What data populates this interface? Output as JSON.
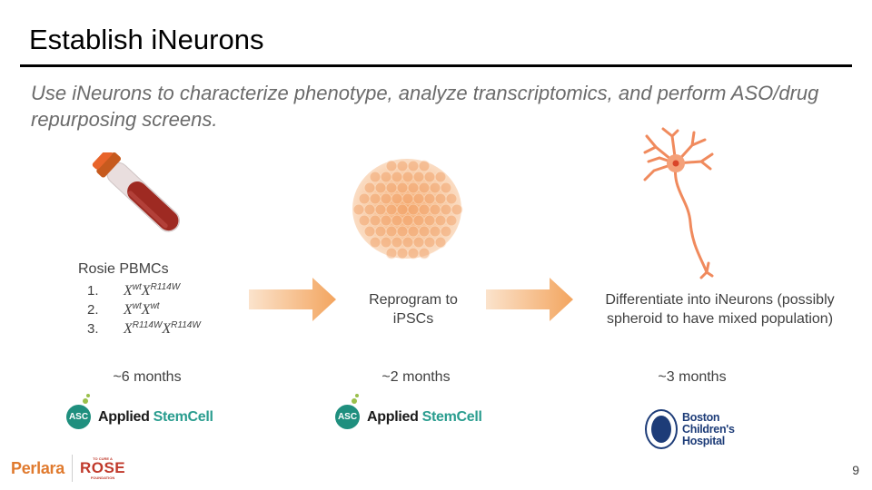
{
  "slide": {
    "title": "Establish iNeurons",
    "subtitle": "Use iNeurons to characterize phenotype, analyze transcriptomics, and perform ASO/drug repurposing screens.",
    "page_number": "9"
  },
  "steps": [
    {
      "title": "Rosie PBMCs",
      "genotypes": [
        {
          "num": "1.",
          "a": "X",
          "a_sup": "wt",
          "b": "X",
          "b_sup": "R114W"
        },
        {
          "num": "2.",
          "a": "X",
          "a_sup": "wt",
          "b": "X",
          "b_sup": "wt"
        },
        {
          "num": "3.",
          "a": "X",
          "a_sup": "R114W",
          "b": "X",
          "b_sup": "R114W"
        }
      ],
      "duration": "~6 months",
      "provider": {
        "name1": "Applied",
        "name2": "StemCell",
        "mark": "ASC"
      }
    },
    {
      "line1": "Reprogram to",
      "line2": "iPSCs",
      "duration": "~2 months",
      "provider": {
        "name1": "Applied",
        "name2": "StemCell",
        "mark": "ASC"
      }
    },
    {
      "line1": "Differentiate into iNeurons (possibly",
      "line2": "spheroid to have mixed population)",
      "duration": "~3 months",
      "provider": {
        "line1": "Boston",
        "line2": "Children's",
        "line3": "Hospital"
      }
    }
  ],
  "footer": {
    "perlara": "Perlara",
    "rose_small": "TO CURE A",
    "rose_big": "ROSE",
    "rose_sub": "FOUNDATION"
  },
  "colors": {
    "arrow": "#f3a55f",
    "tube_cap": "#e8642a",
    "blood": "#9e2a22",
    "neuron": "#f08a5d",
    "asc_teal": "#1f8f7e",
    "bch_navy": "#1d3c78"
  },
  "icons": [
    "blood-tube-icon",
    "ipsc-cluster-icon",
    "neuron-icon",
    "arrow-right-icon"
  ]
}
